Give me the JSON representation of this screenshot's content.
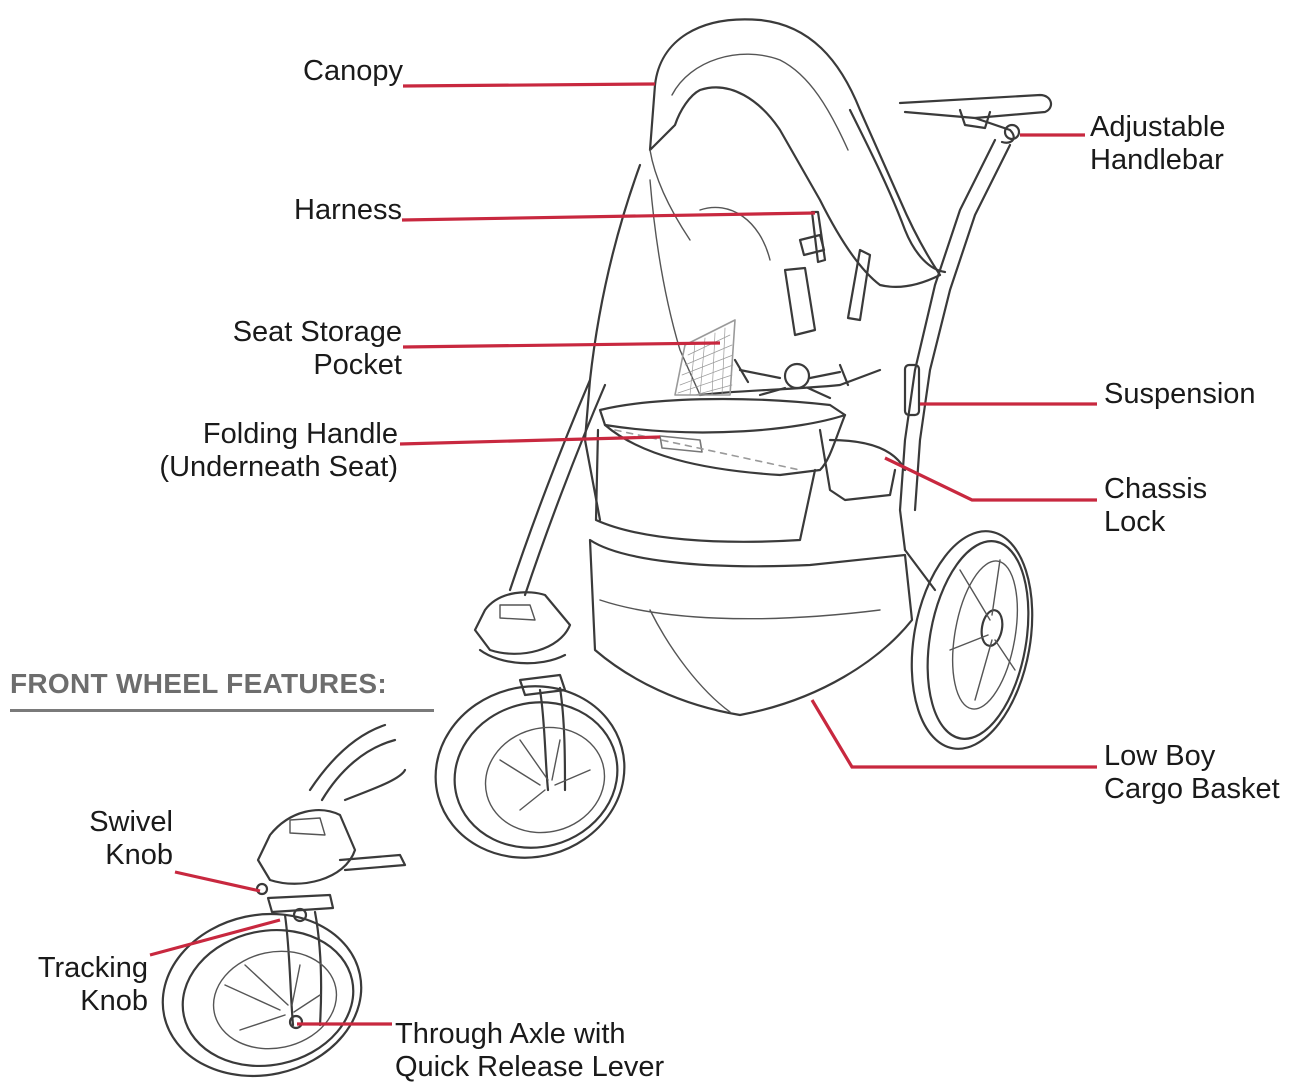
{
  "labels": {
    "canopy": "Canopy",
    "harness": "Harness",
    "seat_storage": [
      "Seat Storage",
      "Pocket"
    ],
    "folding_handle": [
      "Folding Handle",
      "(Underneath Seat)"
    ],
    "adjustable_handlebar": [
      "Adjustable",
      "Handlebar"
    ],
    "suspension": "Suspension",
    "chassis_lock": [
      "Chassis",
      "Lock"
    ],
    "low_boy_basket": [
      "Low Boy",
      "Cargo Basket"
    ],
    "swivel_knob": [
      "Swivel",
      "Knob"
    ],
    "tracking_knob": [
      "Tracking",
      "Knob"
    ],
    "through_axle": [
      "Through Axle with",
      "Quick Release Lever"
    ]
  },
  "section_heading": "FRONT WHEEL FEATURES:",
  "colors": {
    "leader": "#c8283f",
    "heading": "#6d6d6d",
    "drawing": "#3a3a3a"
  }
}
